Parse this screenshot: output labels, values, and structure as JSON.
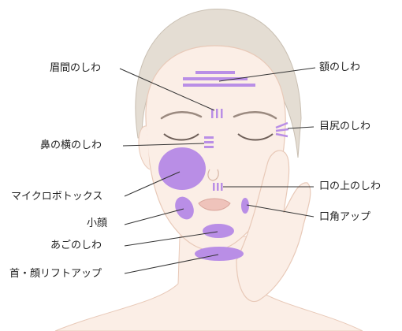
{
  "labels": {
    "glabella": "眉間のしわ",
    "forehead": "額のしわ",
    "nose_side": "鼻の横のしわ",
    "eye_corner": "目尻のしわ",
    "microbotox": "マイクロボトックス",
    "upper_lip": "口の上のしわ",
    "small_face": "小顔",
    "mouth_corner": "口角アップ",
    "chin": "あごのしわ",
    "neck_lift": "首・顔リフトアップ"
  },
  "colors": {
    "marker": "#b98ee6",
    "line": "#333333",
    "skin": "#fbeee6",
    "skin_outline": "#e8c9b8",
    "hair": "#d9d2c8",
    "hair_outline": "#c9bfb2"
  }
}
